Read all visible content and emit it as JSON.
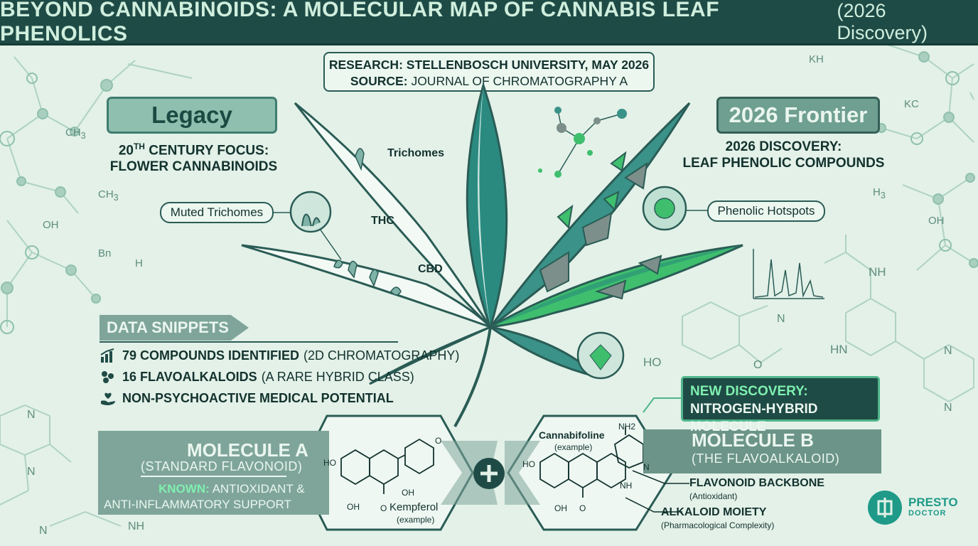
{
  "header": {
    "title": "BEYOND CANNABINOIDS: A MOLECULAR MAP OF CANNABIS LEAF PHENOLICS",
    "title_suffix": "(2026 Discovery)"
  },
  "research": {
    "research_label": "RESEARCH:",
    "research_value": "STELLENBOSCH UNIVERSITY, MAY 2026",
    "source_label": "SOURCE:",
    "source_value": "JOURNAL OF CHROMATOGRAPHY A"
  },
  "legacy": {
    "pill": "Legacy",
    "focus_line1_pre": "20",
    "focus_line1_sup": "TH",
    "focus_line1_post": " CENTURY FOCUS:",
    "focus_line2": "FLOWER CANNABINOIDS"
  },
  "frontier": {
    "pill": "2026 Frontier",
    "focus_line1": "2026 DISCOVERY:",
    "focus_line2": "LEAF PHENOLIC COMPOUNDS"
  },
  "leaf": {
    "trichomes": "Trichomes",
    "thc": "THC",
    "cbd": "CBD",
    "muted_trichomes": "Muted Trichomes",
    "phenolic_hotspots": "Phenolic Hotspots"
  },
  "data_snippets": {
    "heading": "DATA SNIPPETS",
    "items": [
      {
        "icon": "bar-chart-icon",
        "bold": "79 COMPOUNDS IDENTIFIED",
        "note": "(2D CHROMATOGRAPHY)"
      },
      {
        "icon": "molecule-cluster-icon",
        "bold": "16 FLAVOALKALOIDS",
        "note": "(A RARE HYBRID CLASS)"
      },
      {
        "icon": "heart-hand-icon",
        "bold": "NON-PSYCHOACTIVE MEDICAL POTENTIAL",
        "note": ""
      }
    ]
  },
  "molecule_a": {
    "title": "MOLECULE A",
    "subtitle": "(STANDARD FLAVONOID)",
    "known_label": "KNOWN:",
    "known_text_1": "ANTIOXIDANT &",
    "known_text_2": "ANTI-INFLAMMATORY SUPPORT",
    "compound": "Kempferol",
    "compound_note": "(example)"
  },
  "molecule_b": {
    "title": "MOLECULE B",
    "subtitle": "(THE FLAVOALKALOID)",
    "compound": "Cannabifoline",
    "compound_note": "(example)",
    "backbone": "FLAVONOID BACKBONE",
    "backbone_note": "(Antioxidant)",
    "moiety": "ALKALOID MOIETY",
    "moiety_note": "(Pharmacological Complexity)"
  },
  "new_discovery": {
    "line1": "NEW DISCOVERY:",
    "line2": "NITROGEN-HYBRID MOLECULE"
  },
  "chem_atoms": {
    "oh": "OH",
    "ho": "HO",
    "o": "O",
    "nh": "NH",
    "nh2": "NH2",
    "n": "N",
    "hn": "HN",
    "ch3": "CH",
    "three": "3",
    "bn": "Bn",
    "h": "H",
    "kh": "KH",
    "kc": "KC",
    "h3": "H"
  },
  "brand": {
    "line1": "PRESTO",
    "line2": "DOCTOR"
  },
  "colors": {
    "header_bg": "#1f4b46",
    "background": "#e3f1e8",
    "teal_dark": "#2a8a80",
    "green_bright": "#3fbf6e",
    "gray_leaf": "#7d8f8a",
    "accent_green": "#4fb58a"
  }
}
